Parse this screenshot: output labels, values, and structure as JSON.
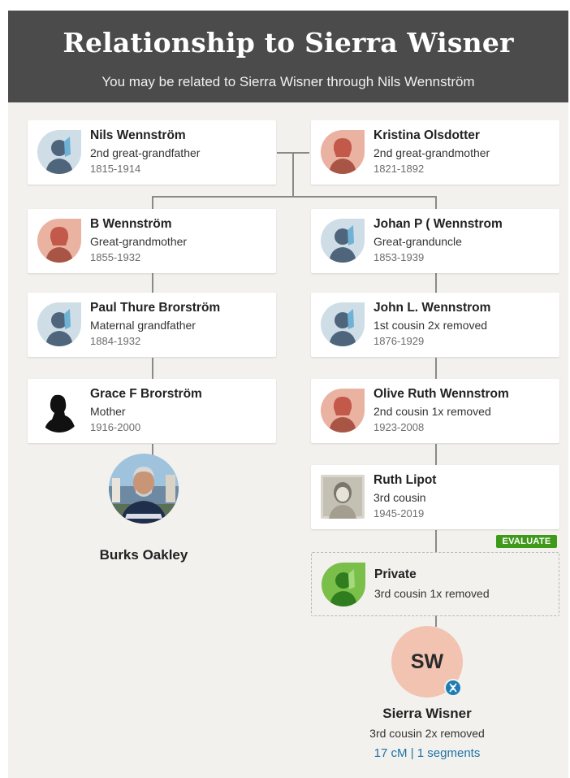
{
  "header": {
    "title": "Relationship to Sierra Wisner",
    "subtitle": "You may be related to Sierra Wisner through Nils Wennström"
  },
  "colors": {
    "header_bg": "#4b4b4b",
    "panel_bg": "#f3f1ee",
    "male_avatar_bg": "#cfdde6",
    "female_avatar_bg": "#eab2a0",
    "private_avatar_bg": "#7bbf4b",
    "evaluate_badge": "#3f9a1b",
    "link_blue": "#1c73a7"
  },
  "ancestors": [
    {
      "name": "Nils Wennström",
      "relation": "2nd great-grandfather",
      "dates": "1815-1914",
      "icon": "male-silhouette-icon"
    },
    {
      "name": "Kristina Olsdotter",
      "relation": "2nd great-grandmother",
      "dates": "1821-1892",
      "icon": "female-silhouette-icon"
    }
  ],
  "left_branch": [
    {
      "name": "B Wennström",
      "relation": "Great-grandmother",
      "dates": "1855-1932",
      "icon": "female-silhouette-icon"
    },
    {
      "name": "Paul Thure Brorström",
      "relation": "Maternal grandfather",
      "dates": "1884-1932",
      "icon": "male-silhouette-icon"
    },
    {
      "name": "Grace F Brorström",
      "relation": "Mother",
      "dates": "1916-2000",
      "icon": "silhouette-portrait-photo"
    }
  ],
  "right_branch": [
    {
      "name": "Johan P ( Wennstrom",
      "relation": "Great-granduncle",
      "dates": "1853-1939",
      "icon": "male-silhouette-icon"
    },
    {
      "name": "John L. Wennstrom",
      "relation": "1st cousin 2x removed",
      "dates": "1876-1929",
      "icon": "male-silhouette-icon"
    },
    {
      "name": "Olive Ruth Wennstrom",
      "relation": "2nd cousin 1x removed",
      "dates": "1923-2008",
      "icon": "female-silhouette-icon"
    },
    {
      "name": "Ruth Lipot",
      "relation": "3rd cousin",
      "dates": "1945-2019",
      "icon": "portrait-photo"
    },
    {
      "name": "Private",
      "relation": "3rd cousin 1x removed",
      "dates": "",
      "icon": "private-silhouette-icon",
      "badge": "EVALUATE"
    }
  ],
  "self_person": {
    "name": "Burks Oakley",
    "icon": "profile-photo"
  },
  "match": {
    "initials": "SW",
    "name": "Sierra Wisner",
    "relation": "3rd cousin 2x removed",
    "cm": "17 cM",
    "separator": "|",
    "segments": "1 segments",
    "icon": "dna-match-icon"
  }
}
